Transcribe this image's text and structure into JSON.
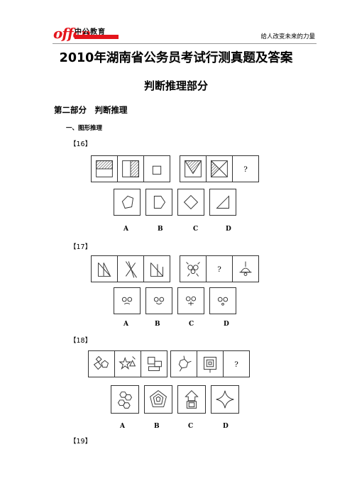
{
  "header": {
    "logo_text": "中公教育",
    "slogan": "给人改变未来的力量"
  },
  "title": "2010年湖南省公务员考试行测真题及答案",
  "subtitle": "判断推理部分",
  "part_heading": "第二部分　判断推理",
  "section_heading": "一、图形推理",
  "questions": [
    {
      "number": "【16】",
      "question_mark": "?",
      "option_letters": [
        "A",
        "B",
        "C",
        "D"
      ]
    },
    {
      "number": "【17】",
      "question_mark": "?",
      "option_letters": [
        "A",
        "B",
        "C",
        "D"
      ]
    },
    {
      "number": "【18】",
      "question_mark": "?",
      "option_letters": [
        "A",
        "B",
        "C",
        "D"
      ]
    },
    {
      "number": "【19】"
    }
  ],
  "colors": {
    "brand_red": "#e4141b"
  }
}
